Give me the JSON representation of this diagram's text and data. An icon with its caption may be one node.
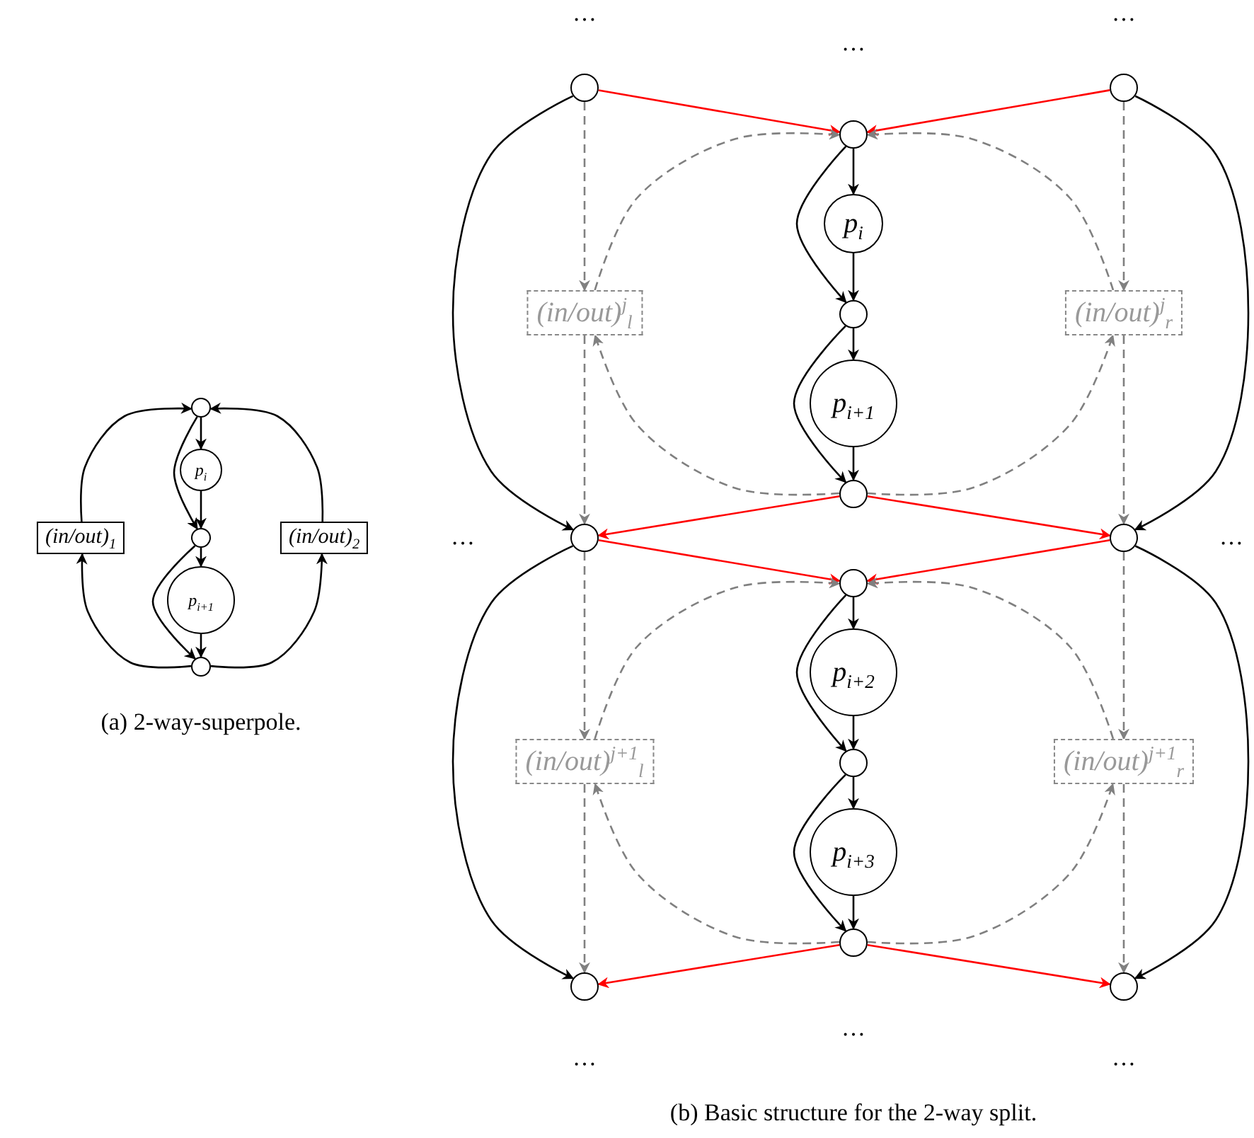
{
  "diagram": {
    "nodes": [
      {
        "text": [],
        "shape": "circle"
      },
      {
        "text": [
          "p$_{i}$"
        ]
      },
      {
        "text": [],
        "shape": "circle"
      },
      {
        "text": [
          "p$_{i+1}$"
        ]
      },
      {
        "text": [],
        "shape": "circle"
      },
      {
        "text": [
          "(in/out)$_{1}$"
        ]
      },
      {
        "text": [
          "(in/out)$_{2}$"
        ]
      },
      {
        "text": [],
        "shape": "circle"
      },
      {
        "text": [],
        "shape": "circle"
      },
      {
        "text": [],
        "shape": "circle"
      },
      {
        "text": [
          "p$_{i}$"
        ]
      },
      {
        "text": [],
        "shape": "circle"
      },
      {
        "text": [
          "p$_{i+1}$"
        ]
      },
      {
        "text": [],
        "shape": "circle"
      },
      {
        "text": [
          "(in/out)$^{j}$$_{l}$"
        ]
      },
      {
        "text": [
          "(in/out)$^{j}$$_{r}$"
        ]
      },
      {
        "text": [],
        "shape": "circle"
      },
      {
        "text": [],
        "shape": "circle"
      },
      {
        "text": [],
        "shape": "circle"
      },
      {
        "text": [
          "p$_{i+2}$"
        ]
      },
      {
        "text": [],
        "shape": "circle"
      },
      {
        "text": [
          "p$_{i+3}$"
        ]
      },
      {
        "text": [],
        "shape": "circle"
      },
      {
        "text": [
          "(in/out)$^{j+1}$$_{l}$"
        ]
      },
      {
        "text": [
          "(in/out)$^{j+1}$$_{r}$"
        ]
      },
      {
        "text": [],
        "shape": "circle"
      },
      {
        "text": [],
        "shape": "circle"
      }
    ],
    "edges": [
      {
        "from": 0,
        "to": 1,
        "arrow": "to"
      },
      {
        "from": 1,
        "to": 2,
        "arrow": "to"
      },
      {
        "from": 2,
        "to": 3,
        "arrow": "to"
      },
      {
        "from": 3,
        "to": 4,
        "arrow": "to"
      },
      {
        "from": 0,
        "to": 2,
        "arrow": "to"
      },
      {
        "from": 2,
        "to": 4,
        "arrow": "to"
      },
      {
        "from": 5,
        "to": 0,
        "arrow": "to"
      },
      {
        "from": 4,
        "to": 5,
        "arrow": "to"
      },
      {
        "from": 6,
        "to": 0,
        "arrow": "to"
      },
      {
        "from": 4,
        "to": 6,
        "arrow": "to"
      },
      {
        "from": 7,
        "to": 9,
        "arrow": "to",
        "color": "#ff0000"
      },
      {
        "from": 8,
        "to": 9,
        "arrow": "to",
        "color": "#ff0000"
      },
      {
        "from": 9,
        "to": 10,
        "arrow": "to"
      },
      {
        "from": 10,
        "to": 11,
        "arrow": "to"
      },
      {
        "from": 11,
        "to": 12,
        "arrow": "to"
      },
      {
        "from": 12,
        "to": 13,
        "arrow": "to"
      },
      {
        "from": 9,
        "to": 11,
        "arrow": "to"
      },
      {
        "from": 11,
        "to": 13,
        "arrow": "to"
      },
      {
        "from": 7,
        "to": 14,
        "arrow": "to",
        "style": "dashed",
        "color": "#808080"
      },
      {
        "from": 8,
        "to": 15,
        "arrow": "to",
        "style": "dashed",
        "color": "#808080"
      },
      {
        "from": 14,
        "to": 9,
        "arrow": "to",
        "style": "dashed",
        "color": "#808080"
      },
      {
        "from": 15,
        "to": 9,
        "arrow": "to",
        "style": "dashed",
        "color": "#808080"
      },
      {
        "from": 13,
        "to": 14,
        "arrow": "to",
        "style": "dashed",
        "color": "#808080"
      },
      {
        "from": 13,
        "to": 15,
        "arrow": "to",
        "style": "dashed",
        "color": "#808080"
      },
      {
        "from": 14,
        "to": 16,
        "arrow": "to",
        "style": "dashed",
        "color": "#808080"
      },
      {
        "from": 15,
        "to": 17,
        "arrow": "to",
        "style": "dashed",
        "color": "#808080"
      },
      {
        "from": 7,
        "to": 16,
        "arrow": "to"
      },
      {
        "from": 8,
        "to": 17,
        "arrow": "to"
      },
      {
        "from": 13,
        "to": 16,
        "arrow": "to",
        "color": "#ff0000"
      },
      {
        "from": 13,
        "to": 17,
        "arrow": "to",
        "color": "#ff0000"
      },
      {
        "from": 16,
        "to": 18,
        "arrow": "to",
        "color": "#ff0000"
      },
      {
        "from": 17,
        "to": 18,
        "arrow": "to",
        "color": "#ff0000"
      },
      {
        "from": 18,
        "to": 19,
        "arrow": "to"
      },
      {
        "from": 19,
        "to": 20,
        "arrow": "to"
      },
      {
        "from": 20,
        "to": 21,
        "arrow": "to"
      },
      {
        "from": 21,
        "to": 22,
        "arrow": "to"
      },
      {
        "from": 18,
        "to": 20,
        "arrow": "to"
      },
      {
        "from": 20,
        "to": 22,
        "arrow": "to"
      },
      {
        "from": 16,
        "to": 23,
        "arrow": "to",
        "style": "dashed",
        "color": "#808080"
      },
      {
        "from": 17,
        "to": 24,
        "arrow": "to",
        "style": "dashed",
        "color": "#808080"
      },
      {
        "from": 23,
        "to": 18,
        "arrow": "to",
        "style": "dashed",
        "color": "#808080"
      },
      {
        "from": 24,
        "to": 18,
        "arrow": "to",
        "style": "dashed",
        "color": "#808080"
      },
      {
        "from": 22,
        "to": 23,
        "arrow": "to",
        "style": "dashed",
        "color": "#808080"
      },
      {
        "from": 22,
        "to": 24,
        "arrow": "to",
        "style": "dashed",
        "color": "#808080"
      },
      {
        "from": 23,
        "to": 25,
        "arrow": "to",
        "style": "dashed",
        "color": "#808080"
      },
      {
        "from": 24,
        "to": 26,
        "arrow": "to",
        "style": "dashed",
        "color": "#808080"
      },
      {
        "from": 16,
        "to": 25,
        "arrow": "to"
      },
      {
        "from": 17,
        "to": 26,
        "arrow": "to"
      },
      {
        "from": 22,
        "to": 25,
        "arrow": "to",
        "color": "#ff0000"
      },
      {
        "from": 22,
        "to": 26,
        "arrow": "to",
        "color": "#ff0000"
      }
    ],
    "labels": [
      "…",
      "…",
      "…",
      "…",
      "…",
      "(a) 2-way-superpole.",
      "…",
      "…",
      "…",
      "(b) Basic structure for the 2-way split."
    ]
  }
}
